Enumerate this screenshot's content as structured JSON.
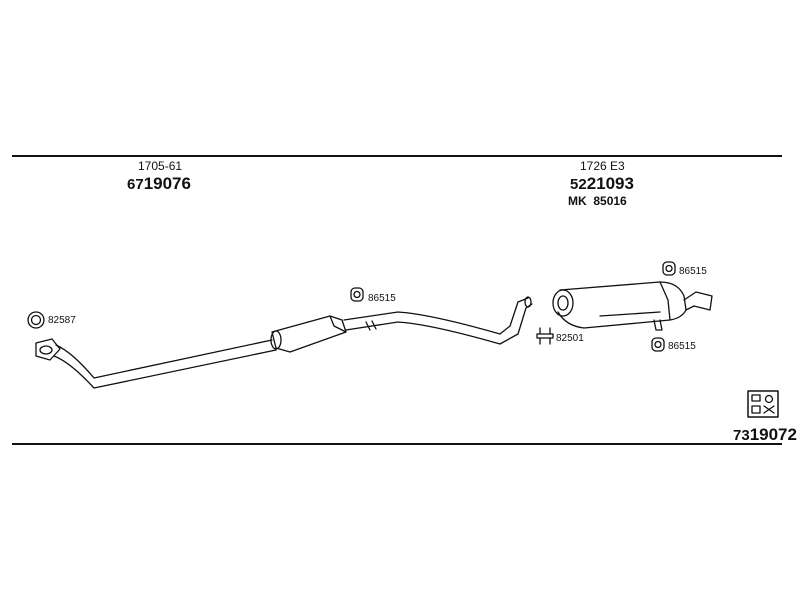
{
  "sections": {
    "front": {
      "label": "1705-61",
      "number_prefix": "67",
      "number_main": "19076"
    },
    "rear": {
      "label": "1726 E3",
      "number_prefix": "52",
      "number_main": "21093",
      "mk_label": "MK",
      "mk_value": "85016"
    }
  },
  "parts": {
    "gasket": "82587",
    "clamp_center": "86515",
    "clamp_rear_top": "86515",
    "clamp_rear_bottom": "86515",
    "hanger": "82501"
  },
  "footer": {
    "set_prefix": "73",
    "set_main": "19072",
    "icon": "kit-box-icon"
  },
  "colors": {
    "line": "#111111",
    "background": "#ffffff"
  }
}
